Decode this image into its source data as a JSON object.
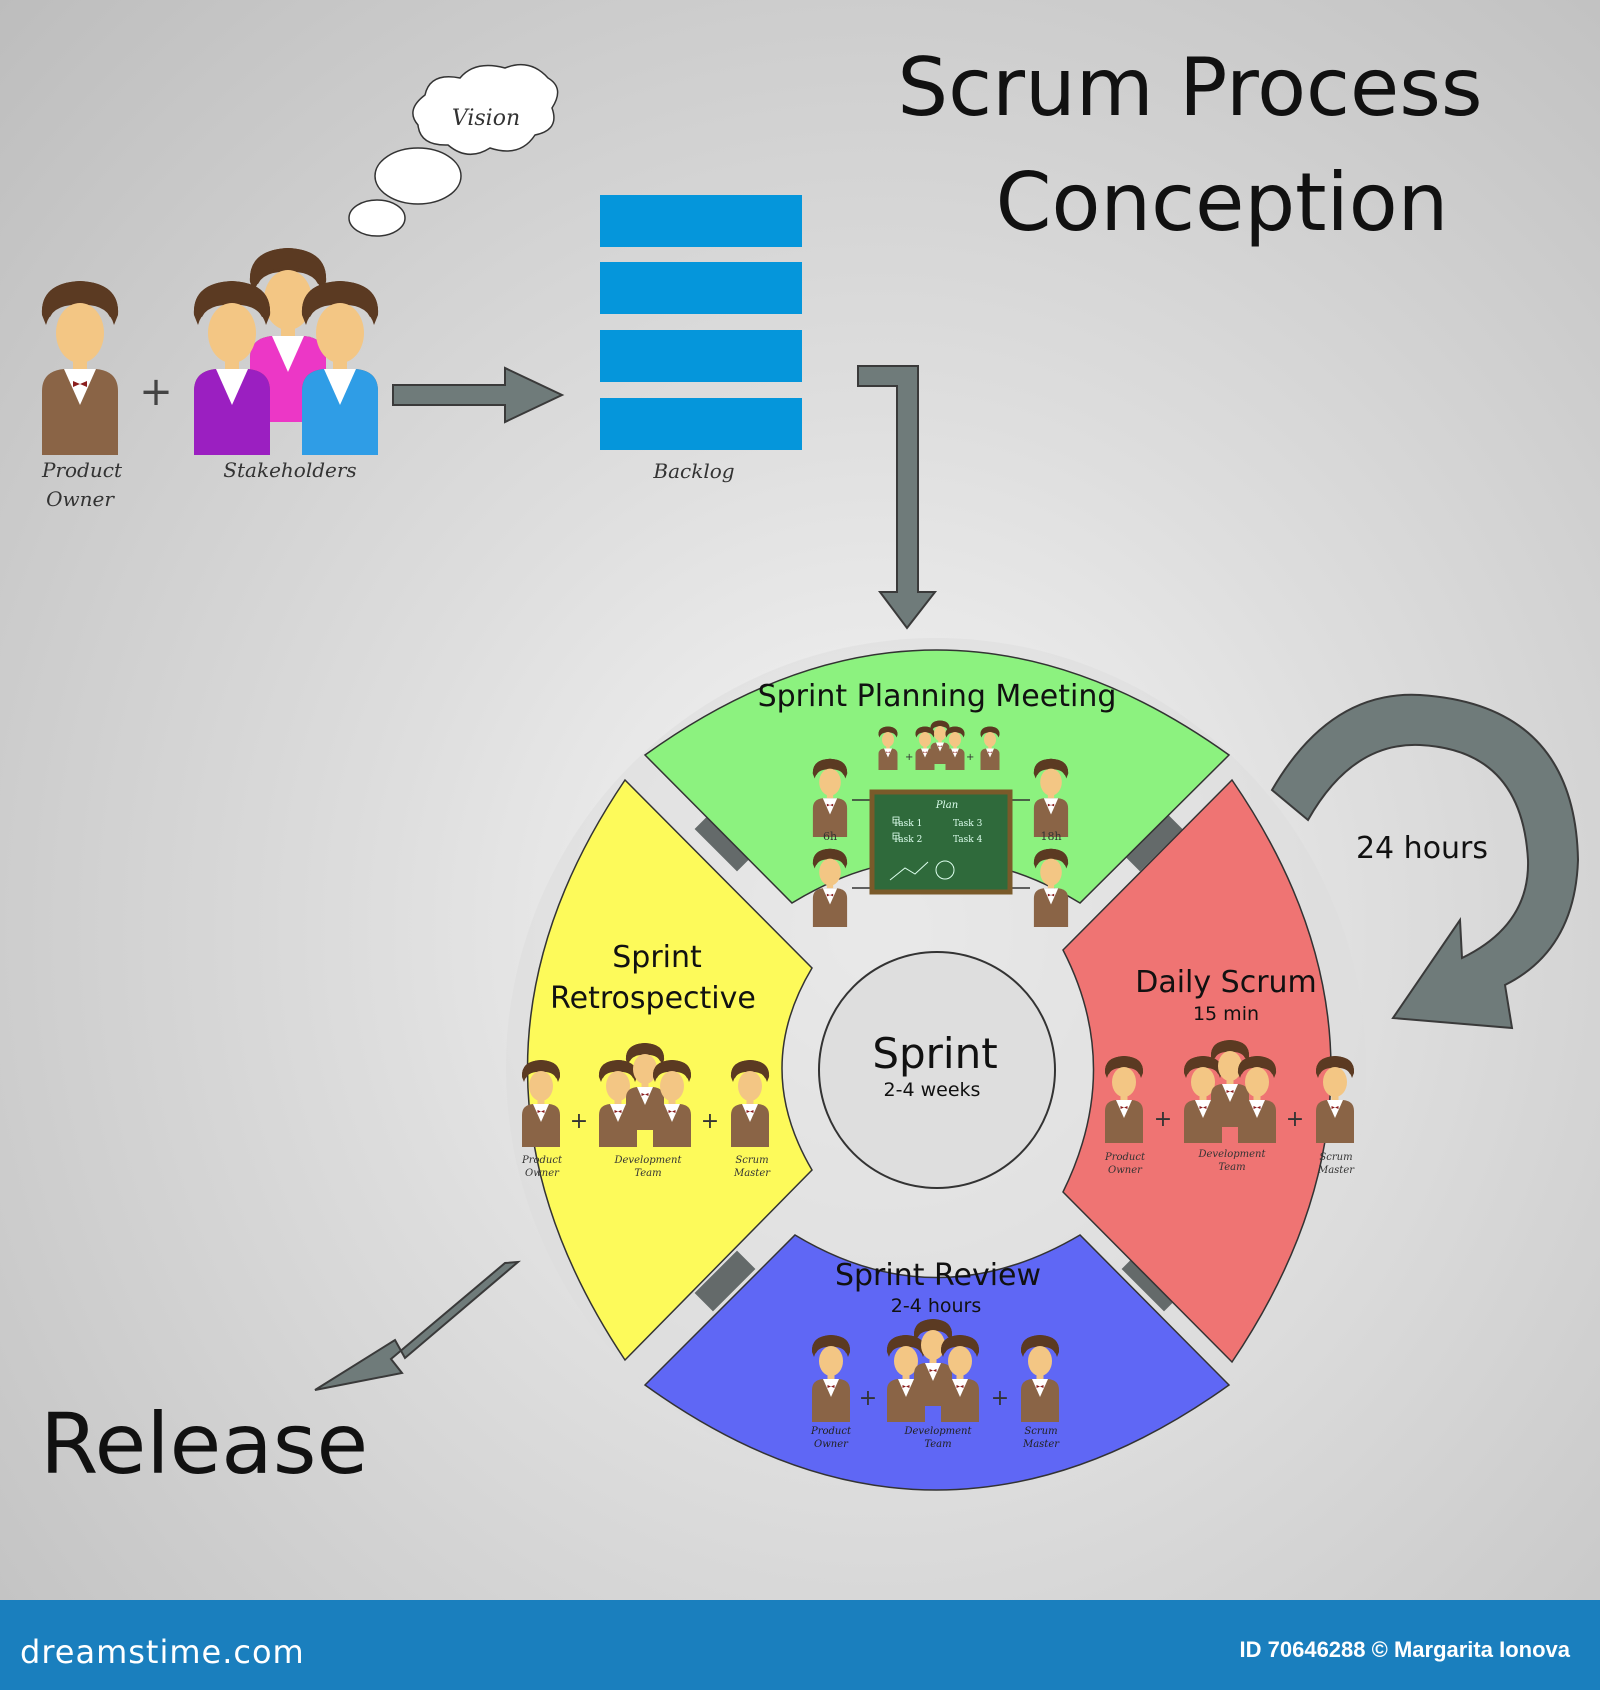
{
  "title": {
    "line1": "Scrum Process",
    "line2": "Conception"
  },
  "vision_label": "Vision",
  "product_owner_label": {
    "line1": "Product",
    "line2": "Owner"
  },
  "stakeholders_label": "Stakeholders",
  "plus": "+",
  "backlog_label": "Backlog",
  "center": {
    "title": "Sprint",
    "subtitle": "2-4 weeks"
  },
  "segments": {
    "planning": {
      "title": "Sprint Planning Meeting",
      "board_title": "Plan",
      "tasks": [
        "Task 1",
        "Task 2",
        "Task 3",
        "Task 4"
      ],
      "left_time": "6h",
      "right_time": "18h",
      "color": "#8cf27f"
    },
    "daily": {
      "title": "Daily Scrum",
      "subtitle": "15 min",
      "color": "#ef7473"
    },
    "review": {
      "title": "Sprint Review",
      "subtitle": "2-4 hours",
      "color": "#5f67f5"
    },
    "retro": {
      "title_line1": "Sprint",
      "title_line2": "Retrospective",
      "color": "#fdfa5a"
    }
  },
  "mini_labels": {
    "product_owner": {
      "line1": "Product",
      "line2": "Owner"
    },
    "dev_team": {
      "line1": "Development",
      "line2": "Team"
    },
    "scrum_master": {
      "line1": "Scrum",
      "line2": "Master"
    }
  },
  "loop_label": "24 hours",
  "release_label": "Release",
  "footer": {
    "brand": "dreamstime.com",
    "credit": "ID 70646288 © Margarita Ionova"
  },
  "colors": {
    "arrow": "#6f7b7a",
    "backlog": "#0596db",
    "footer": "#1a7fbe"
  }
}
